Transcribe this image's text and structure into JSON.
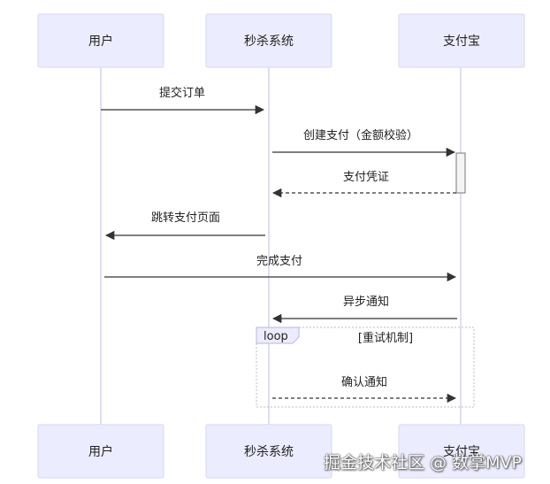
{
  "participants": [
    {
      "id": "user",
      "label": "用户"
    },
    {
      "id": "seckill",
      "label": "秒杀系统"
    },
    {
      "id": "alipay",
      "label": "支付宝"
    }
  ],
  "messages": [
    {
      "from": "user",
      "to": "seckill",
      "label": "提交订单",
      "style": "solid"
    },
    {
      "from": "seckill",
      "to": "alipay",
      "label": "创建支付（金额校验）",
      "style": "solid"
    },
    {
      "from": "alipay",
      "to": "seckill",
      "label": "支付凭证",
      "style": "dashed"
    },
    {
      "from": "seckill",
      "to": "user",
      "label": "跳转支付页面",
      "style": "solid"
    },
    {
      "from": "user",
      "to": "alipay",
      "label": "完成支付",
      "style": "solid"
    },
    {
      "from": "alipay",
      "to": "seckill",
      "label": "异步通知",
      "style": "solid"
    },
    {
      "from": "seckill",
      "to": "alipay",
      "label": "确认通知",
      "style": "dashed"
    }
  ],
  "loop": {
    "label": "loop",
    "condition": "[重试机制]"
  },
  "watermark": "掘金技术社区 @ 数掌MVP"
}
